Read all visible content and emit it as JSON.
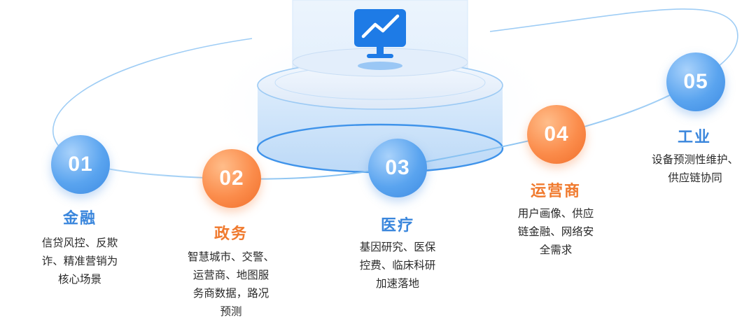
{
  "colors": {
    "blue": "#3a86dc",
    "orange": "#f07a2e",
    "ring": "#8cc4f3",
    "monitor": "#1e7be6"
  },
  "center_icon": "monitor-chart-icon",
  "items": [
    {
      "num": "01",
      "title": "金融",
      "color": "blue",
      "lines": [
        "信贷风控、反欺",
        "诈、精准营销为",
        "核心场景"
      ]
    },
    {
      "num": "02",
      "title": "政务",
      "color": "orange",
      "lines": [
        "智慧城市、交警、",
        "运营商、地图服",
        "务商数据，路况",
        "预测"
      ]
    },
    {
      "num": "03",
      "title": "医疗",
      "color": "blue",
      "lines": [
        "基因研究、医保",
        "控费、临床科研",
        "加速落地"
      ]
    },
    {
      "num": "04",
      "title": "运营商",
      "color": "orange",
      "lines": [
        "用户画像、供应",
        "链金融、网络安",
        "全需求"
      ]
    },
    {
      "num": "05",
      "title": "工业",
      "color": "blue",
      "lines": [
        "设备预测性维护、",
        "供应链协同"
      ]
    }
  ]
}
